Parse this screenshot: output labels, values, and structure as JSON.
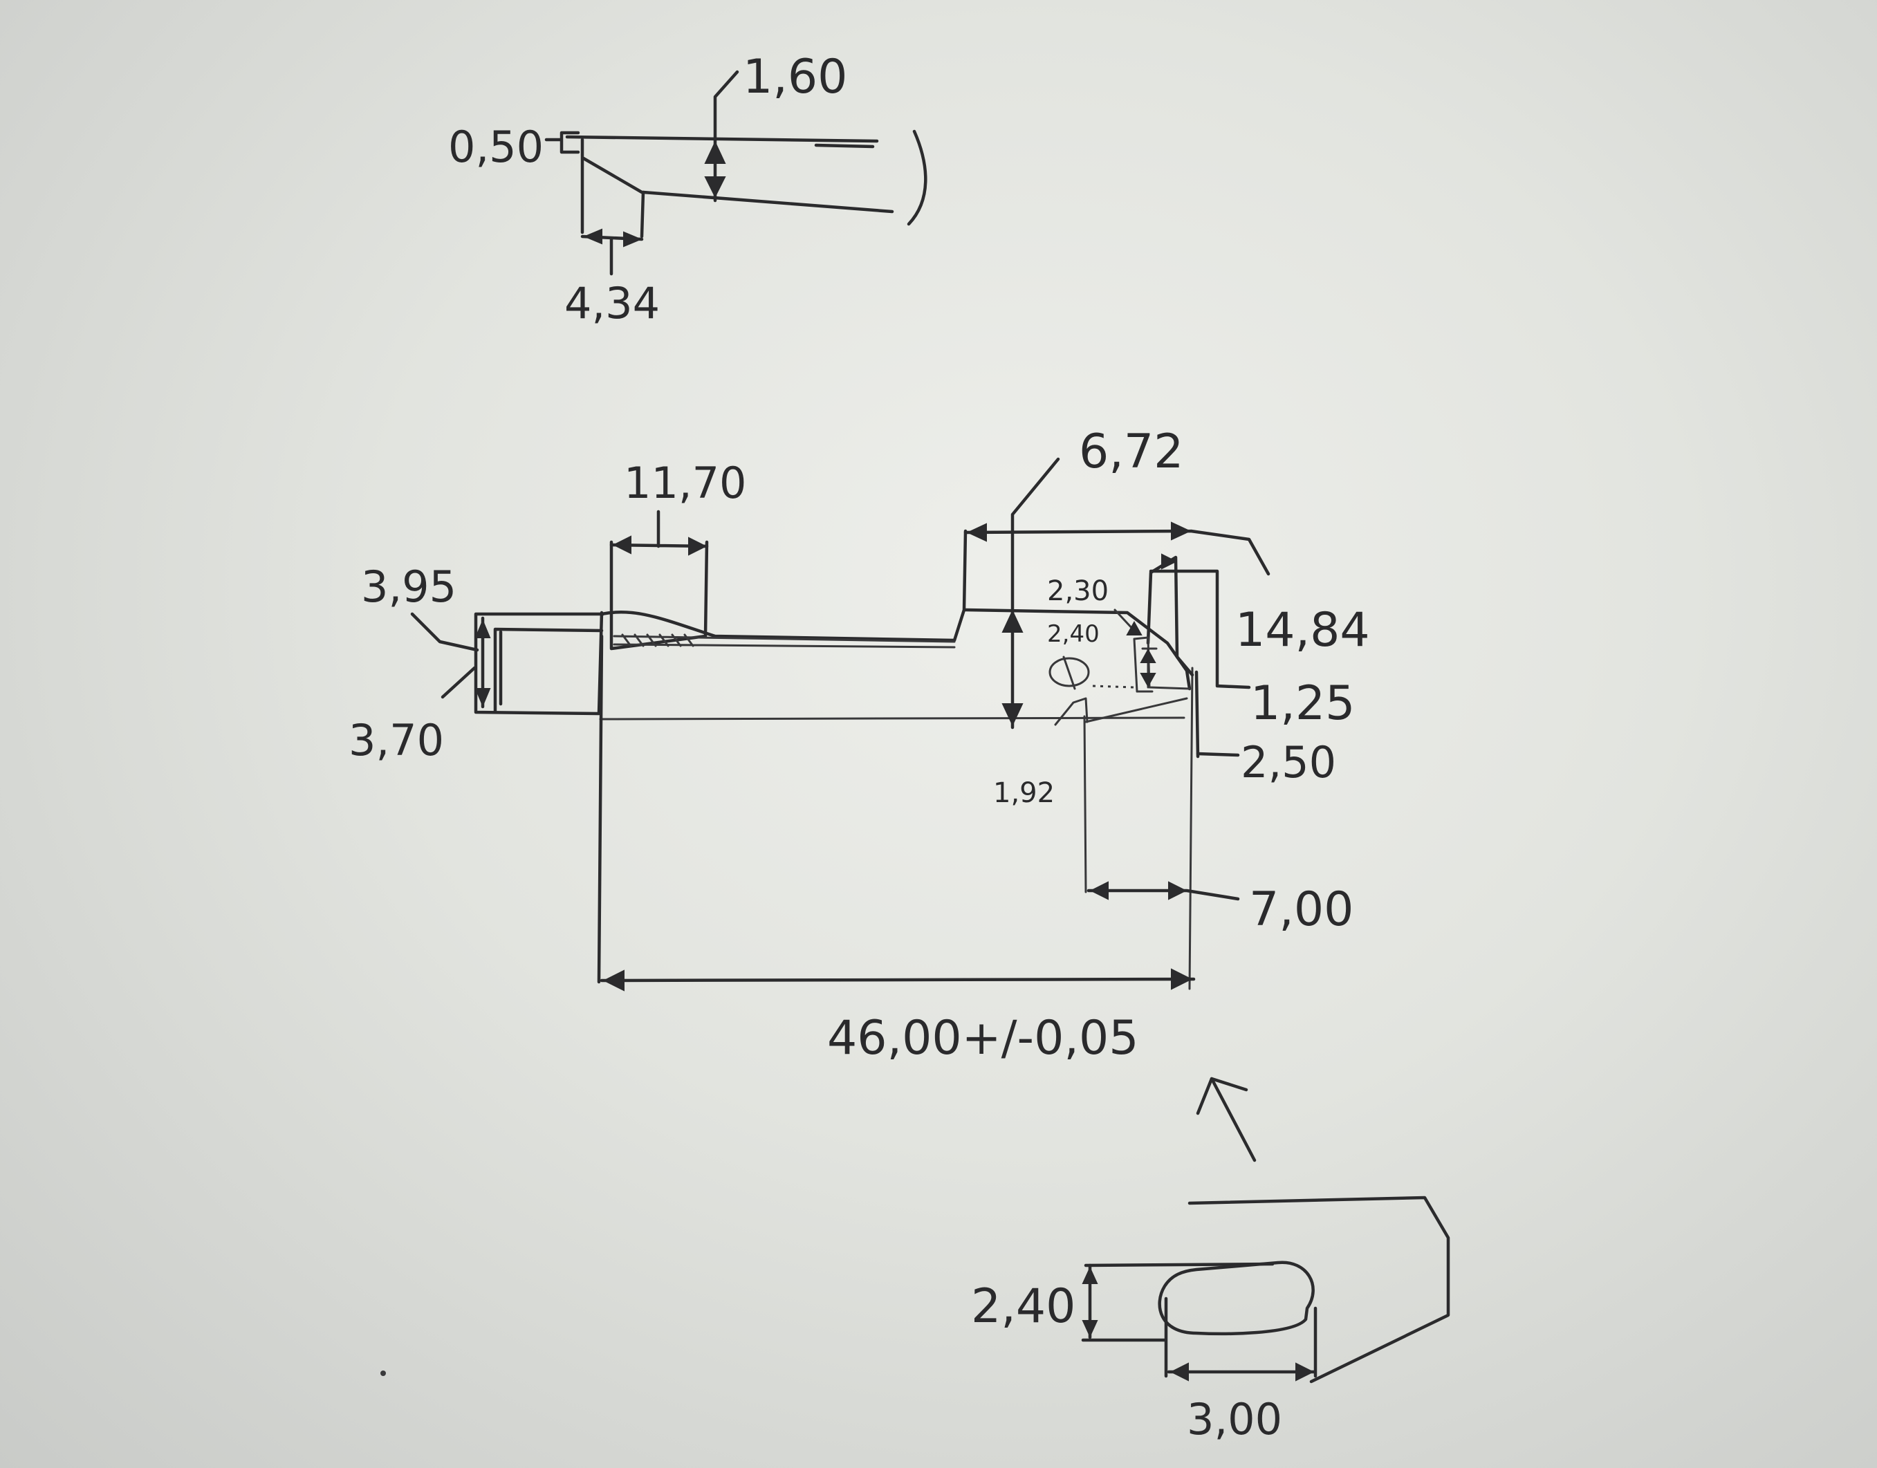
{
  "detail_top": {
    "dim_thickness": "1,60",
    "dim_step": "0,50",
    "dim_chamfer": "4,34"
  },
  "main_view": {
    "dim_slot_width": "11,70",
    "dim_left_height_outer": "3,95",
    "dim_left_height_inner": "3,70",
    "dim_step_height": "6,72",
    "dim_overall_right": "14,84",
    "dim_small_top": "2,30",
    "dim_small_hole": "2,40",
    "dim_lip": "1,25",
    "dim_lip_depth": "2,50",
    "dim_hole_offset": "1,92",
    "dim_right_block": "7,00",
    "dim_total_length": "46,00+/-0,05"
  },
  "detail_bottom": {
    "dim_slot_height": "2,40",
    "dim_slot_length": "3,00"
  }
}
